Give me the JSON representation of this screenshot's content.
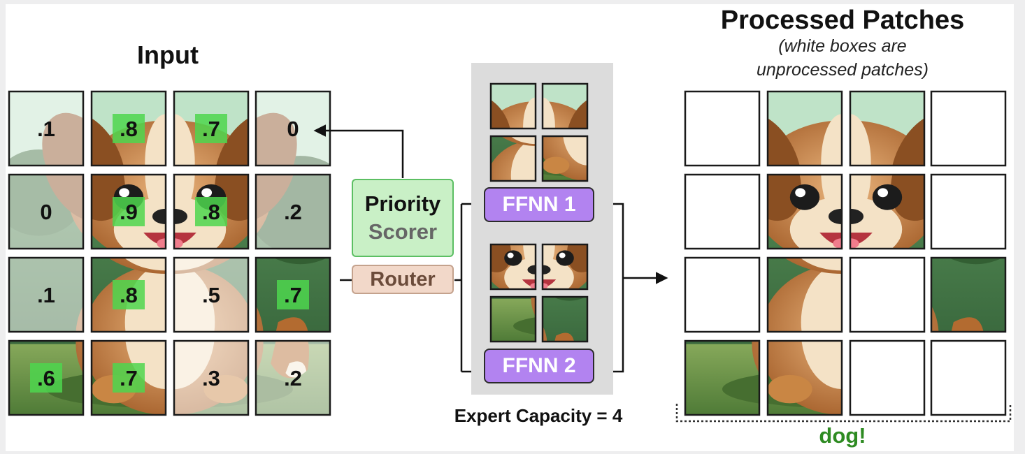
{
  "input": {
    "title": "Input",
    "scores": [
      [
        ".1",
        ".8",
        ".7",
        "0"
      ],
      [
        "0",
        ".9",
        ".8",
        ".2"
      ],
      [
        ".1",
        ".8",
        ".5",
        ".7"
      ],
      [
        ".6",
        ".7",
        ".3",
        ".2"
      ]
    ],
    "selected": [
      [
        false,
        true,
        true,
        false
      ],
      [
        false,
        true,
        true,
        false
      ],
      [
        false,
        true,
        false,
        true
      ],
      [
        true,
        true,
        false,
        false
      ]
    ]
  },
  "priority_scorer": {
    "line1": "Priority",
    "line2": "Scorer"
  },
  "router": {
    "label": "Router"
  },
  "experts": [
    {
      "label": "FFNN 1"
    },
    {
      "label": "FFNN 2"
    }
  ],
  "expert_capacity": "Expert Capacity = 4",
  "output": {
    "title": "Processed Patches",
    "subtitle_line1": "(white boxes are",
    "subtitle_line2": "unprocessed patches)",
    "result": "dog!"
  },
  "colors": {
    "score_highlight": "#4ed64e",
    "priority_fill": "#c9f0c6",
    "priority_border": "#5cbf63",
    "router_fill": "#f2d8c9",
    "router_border": "#c4a28d",
    "ffnn_fill": "#b283f0",
    "ffnn_border": "#2b2b2b",
    "expert_panel": "#dcdcdc",
    "result_text": "#2e8b22"
  }
}
